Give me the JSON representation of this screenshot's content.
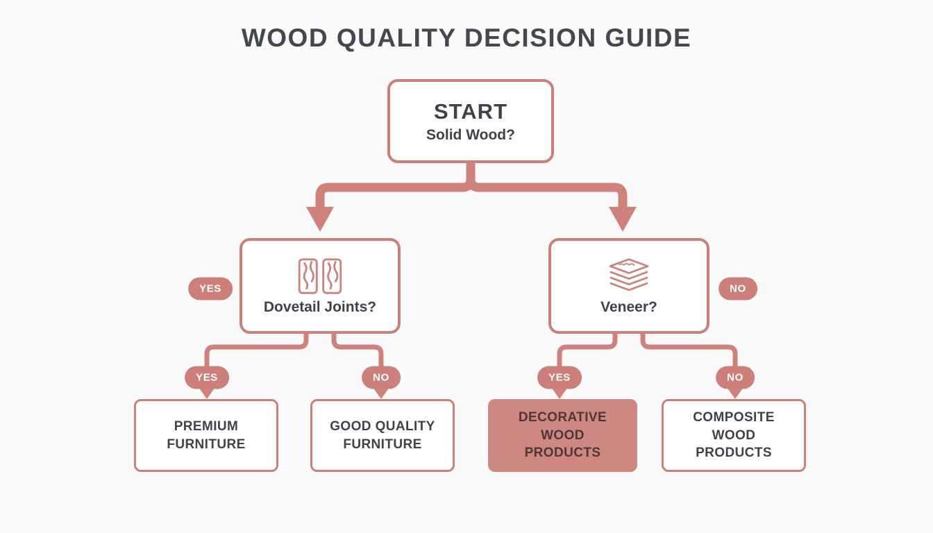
{
  "title": "WOOD QUALITY DECISION GUIDE",
  "colors": {
    "accent": "#CC7E79",
    "accent_fill": "#CF8781",
    "text_dark": "#3D4349",
    "background": "#FBFAFA",
    "pill_text": "#FFFFFF"
  },
  "icons": {
    "dovetail_box": "wood-planks-icon",
    "veneer_box": "veneer-stack-icon"
  },
  "nodes": {
    "start": {
      "label": "START",
      "question": "Solid Wood?"
    },
    "dovetail": {
      "question": "Dovetail Joints?"
    },
    "veneer": {
      "question": "Veneer?"
    },
    "premium": {
      "label": "PREMIUM FURNITURE"
    },
    "good": {
      "label": "GOOD QUALITY FURNITURE"
    },
    "decorative": {
      "label": "DECORATIVE WOOD PRODUCTS"
    },
    "composite": {
      "label": "COMPOSITE WOOD PRODUCTS"
    }
  },
  "branch_labels": {
    "solid_yes": "YES",
    "solid_no": "NO",
    "dovetail_yes": "YES",
    "dovetail_no": "NO",
    "veneer_yes": "YES",
    "veneer_no": "NO"
  }
}
